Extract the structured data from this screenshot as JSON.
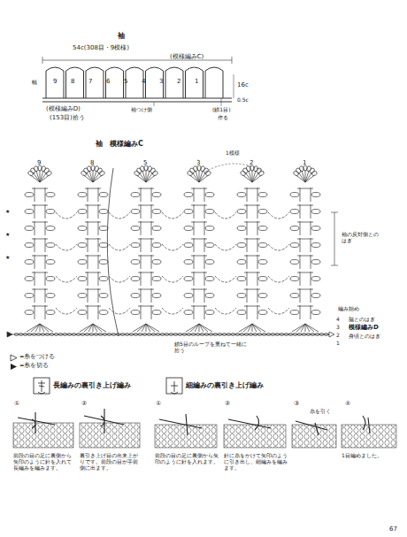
{
  "diagram": {
    "title": "袖",
    "labels": [
      "54c(308目・9模様)",
      "(模様編みC)",
      "9",
      "8",
      "7",
      "6",
      "5",
      "4",
      "3",
      "2",
      "1",
      "幅",
      "16c",
      "0.5c",
      "(模様編みD)",
      "(153目)拾う",
      "袖つけ側",
      "(鎖1目)",
      "作る",
      "袖　模様編みC",
      "9",
      "8",
      "5",
      "3",
      "2",
      "1",
      "1模様",
      "★",
      "★",
      "★",
      "袖の反対側とのはぎ",
      "編み始め",
      "4",
      "脇とのはぎ",
      "3",
      "模様編みD",
      "2",
      "身頃とのはぎ",
      "1",
      "鎖5目のループを重ねて一緒に拾う",
      "長編みの裏引き上げ編み",
      "細編みの裏引き上げ編み",
      "①",
      "②",
      "①",
      "②",
      "③",
      "④",
      "前段の目の足に裏側から矢印のように針を入れて長編みを編みます。",
      "裏引き上げ目の出来上がりです。前段の目が手前側に出ます。",
      "前段の目の足に裏側から矢印のように針を入れます。",
      "針に糸をかけて矢印のように引き出し、細編みを編みます。",
      "糸を引く",
      "1目編めました。",
      "67"
    ],
    "legend": [
      {
        "text": "=糸をつける"
      },
      {
        "text": "=糸を切る"
      }
    ]
  }
}
